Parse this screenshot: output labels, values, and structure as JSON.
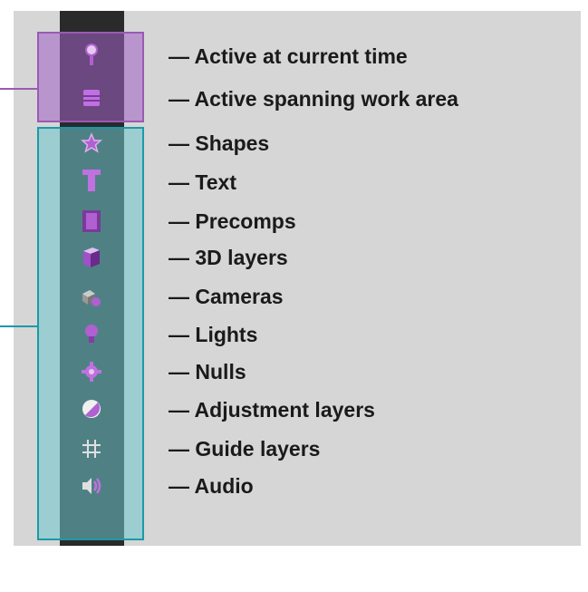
{
  "legend": {
    "items": [
      {
        "icon": "stopwatch-pin-icon",
        "label": "— Active at current time"
      },
      {
        "icon": "work-area-bars-icon",
        "label": "— Active spanning work area"
      },
      {
        "icon": "star-shape-icon",
        "label": "— Shapes"
      },
      {
        "icon": "text-t-icon",
        "label": "— Text"
      },
      {
        "icon": "precomp-film-icon",
        "label": "— Precomps"
      },
      {
        "icon": "cube-3d-icon",
        "label": "— 3D layers"
      },
      {
        "icon": "camera-icon",
        "label": "— Cameras"
      },
      {
        "icon": "lightbulb-icon",
        "label": "— Lights"
      },
      {
        "icon": "gear-null-icon",
        "label": "— Nulls"
      },
      {
        "icon": "adjustment-circle-icon",
        "label": "— Adjustment layers"
      },
      {
        "icon": "grid-hash-icon",
        "label": "— Guide layers"
      },
      {
        "icon": "speaker-audio-icon",
        "label": "— Audio"
      }
    ]
  },
  "colors": {
    "panel_bg": "#d6d6d6",
    "strip_bg": "#2a2a2a",
    "purple_box": "#9a5ab4",
    "teal_box": "#1a9aa8",
    "icon_accent": "#c070e0"
  }
}
